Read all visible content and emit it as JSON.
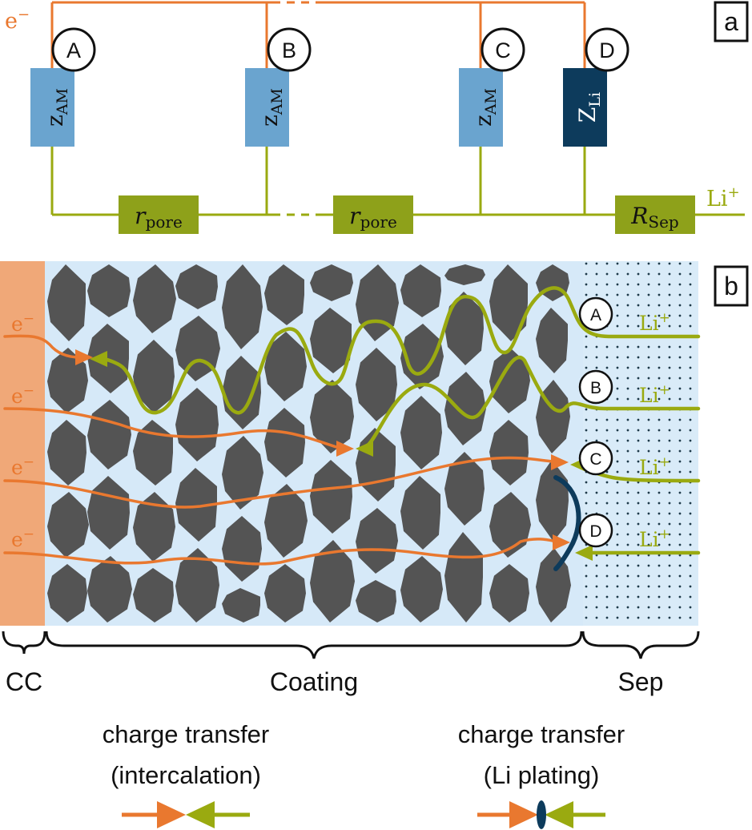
{
  "panel_a": {
    "tag": "a",
    "electron_label": "e",
    "electron_sup": "−",
    "li_label": "Li",
    "li_sup": "+",
    "nodes": [
      "A",
      "B",
      "C",
      "D"
    ],
    "z_am_main": "z",
    "z_am_sub": "AM",
    "z_li_main": "Z",
    "z_li_sub": "Li",
    "r_pore_main": "r",
    "r_pore_sub": "pore",
    "r_sep_main": "R",
    "r_sep_sub": "Sep"
  },
  "panel_b": {
    "tag": "b",
    "electron_label": "e",
    "electron_sup": "−",
    "li_label": "Li",
    "li_sup": "+",
    "nodes": [
      "A",
      "B",
      "C",
      "D"
    ]
  },
  "regions": {
    "cc": "CC",
    "coating": "Coating",
    "sep": "Sep"
  },
  "legend": {
    "intercalation_line1": "charge transfer",
    "intercalation_line2": "(intercalation)",
    "plating_line1": "charge transfer",
    "plating_line2": "(Li plating)"
  },
  "colors": {
    "electron": "#e9782f",
    "ion": "#9aaa10",
    "z_am": "#6aa4cf",
    "z_li": "#0d3b5c",
    "resistor": "#8ea11a",
    "particle": "#545454",
    "electrolyte": "#d6e9f8",
    "cc": "#f0a878",
    "sep": "#d9ebf8"
  }
}
